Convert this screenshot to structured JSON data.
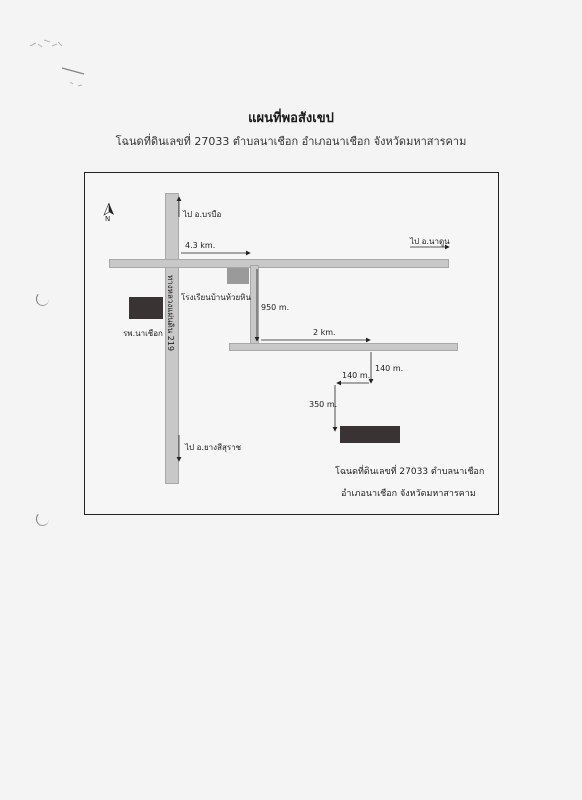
{
  "title": "แผนที่พอสังเขป",
  "subtitle": "โฉนดที่ดินเลขที่ 27033 ตำบลนาเชือก อำเภอนาเชือก จังหวัดมหาสารคาม",
  "map": {
    "north": "N",
    "roads": {
      "highway_label": "ทางหลวงแผ่นดิน 219",
      "to_north": "ไป อ.บรบือ",
      "to_east": "ไป อ.นาดูน",
      "to_south": "ไป อ.ยางสีสุราช"
    },
    "places": {
      "school": "โรงเรียนบ้านห้วยหิน",
      "hospital": "รพ.นาเชือก"
    },
    "distances": {
      "d1": "4.3 km.",
      "d2": "950 m.",
      "d3": "2 km.",
      "d4": "140 m.",
      "d5": "140 m.",
      "d6": "350 m."
    },
    "note_line1": "โฉนดที่ดินเลขที่ 27033 ตำบลนาเชือก",
    "note_line2": "อำเภอนาเชือก จังหวัดมหาสารคาม"
  }
}
